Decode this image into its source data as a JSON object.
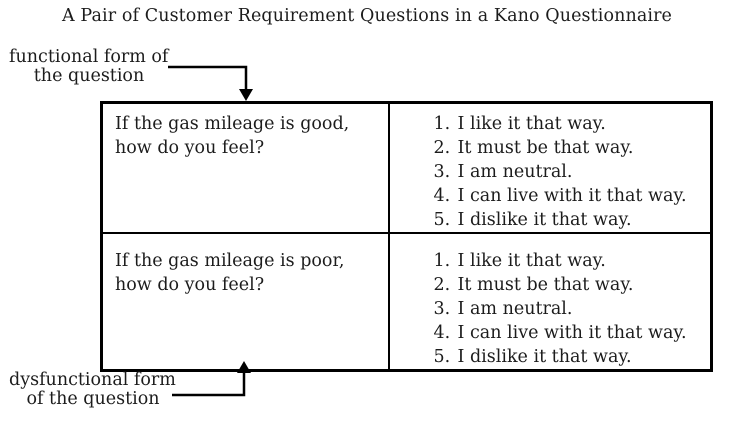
{
  "title": "A Pair of Customer Requirement Questions in a Kano Questionnaire",
  "annotations": {
    "functional": {
      "line1": "functional form of",
      "line2": "the question",
      "arrow_icon": "arrow-down"
    },
    "dysfunctional": {
      "line1": "dysfunctional form",
      "line2": "of the question",
      "arrow_icon": "arrow-up"
    }
  },
  "table": {
    "rows": [
      {
        "question_line1": "If the gas mileage is good,",
        "question_line2": "how do you feel?",
        "options": [
          {
            "num": "1.",
            "text": "I like it that way."
          },
          {
            "num": "2.",
            "text": "It must be that way."
          },
          {
            "num": "3.",
            "text": "I am neutral."
          },
          {
            "num": "4.",
            "text": "I can live with it that way."
          },
          {
            "num": "5.",
            "text": "I dislike it that way."
          }
        ]
      },
      {
        "question_line1": "If the gas mileage is poor,",
        "question_line2": "how do you feel?",
        "options": [
          {
            "num": "1.",
            "text": "I like it that way."
          },
          {
            "num": "2.",
            "text": "It must be that way."
          },
          {
            "num": "3.",
            "text": "I am neutral."
          },
          {
            "num": "4.",
            "text": "I can live with it that way."
          },
          {
            "num": "5.",
            "text": "I dislike it that way."
          }
        ]
      }
    ]
  },
  "colors": {
    "text": "#1c1c1c",
    "border": "#000000",
    "background": "#ffffff"
  }
}
